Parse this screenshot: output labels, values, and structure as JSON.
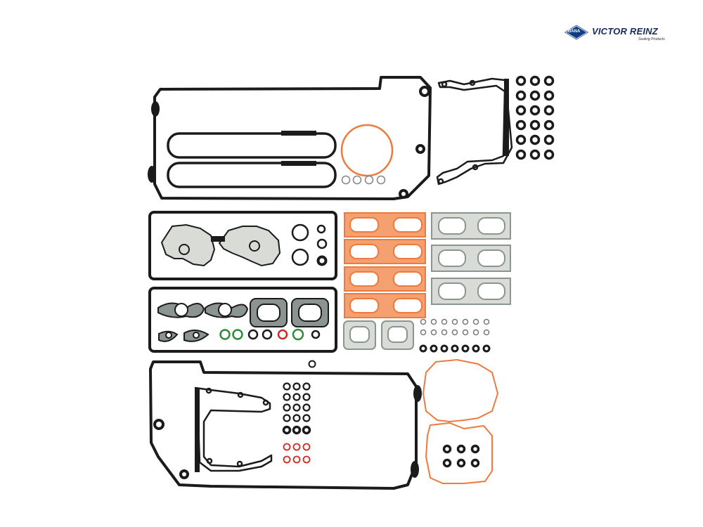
{
  "brand": {
    "badge_text": "DANA",
    "name": "VICTOR REINZ",
    "tagline": "Sealing Products",
    "colors": {
      "navy": "#1a2a5a",
      "badge": "#0f3c82"
    }
  },
  "palette": {
    "rubber": "#1b1b1b",
    "gasket_orange": "#ee7a3d",
    "gasket_orange_fill": "#f4a070",
    "steel": "#8c9491",
    "steel_fill": "#d9dbd7",
    "green_ring": "#2e8b3a",
    "red_ring": "#cc2a22"
  }
}
